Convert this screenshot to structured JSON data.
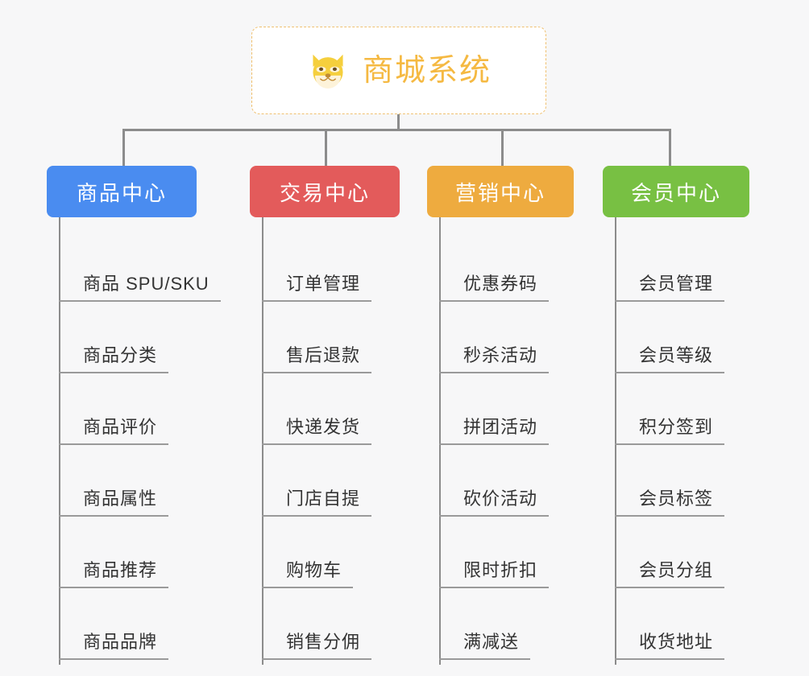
{
  "canvas": {
    "background_color": "#f7f7f8",
    "line_color": "#8c8c8c",
    "leaf_text_color": "#333333"
  },
  "root": {
    "title": "商城系统",
    "icon": "shiba-dog-face-icon",
    "text_color": "#f5b942",
    "border_color": "#f0c070",
    "background_color": "#ffffff"
  },
  "columns": [
    {
      "label": "商品中心",
      "color": "#4a8cf0",
      "items": [
        {
          "label": "商品 SPU/SKU"
        },
        {
          "label": "商品分类"
        },
        {
          "label": "商品评价"
        },
        {
          "label": "商品属性"
        },
        {
          "label": "商品推荐"
        },
        {
          "label": "商品品牌"
        }
      ]
    },
    {
      "label": "交易中心",
      "color": "#e35b5b",
      "items": [
        {
          "label": "订单管理"
        },
        {
          "label": "售后退款"
        },
        {
          "label": "快递发货"
        },
        {
          "label": "门店自提"
        },
        {
          "label": "购物车"
        },
        {
          "label": "销售分佣"
        }
      ]
    },
    {
      "label": "营销中心",
      "color": "#eeab3f",
      "items": [
        {
          "label": "优惠券码"
        },
        {
          "label": "秒杀活动"
        },
        {
          "label": "拼团活动"
        },
        {
          "label": "砍价活动"
        },
        {
          "label": "限时折扣"
        },
        {
          "label": "满减送"
        }
      ]
    },
    {
      "label": "会员中心",
      "color": "#78c043",
      "items": [
        {
          "label": "会员管理"
        },
        {
          "label": "会员等级"
        },
        {
          "label": "积分签到"
        },
        {
          "label": "会员标签"
        },
        {
          "label": "会员分组"
        },
        {
          "label": "收货地址"
        }
      ]
    }
  ]
}
